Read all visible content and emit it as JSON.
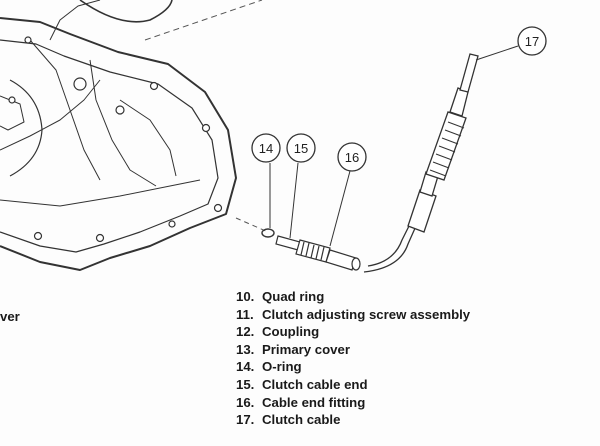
{
  "callouts": [
    {
      "id": "14",
      "label": "14"
    },
    {
      "id": "15",
      "label": "15"
    },
    {
      "id": "16",
      "label": "16"
    },
    {
      "id": "17",
      "label": "17"
    }
  ],
  "legend": [
    {
      "num": "10.",
      "text": "Quad ring"
    },
    {
      "num": "11.",
      "text": "Clutch adjusting screw assembly"
    },
    {
      "num": "12.",
      "text": "Coupling"
    },
    {
      "num": "13.",
      "text": "Primary cover"
    },
    {
      "num": "14.",
      "text": "O-ring"
    },
    {
      "num": "15.",
      "text": "Clutch cable end"
    },
    {
      "num": "16.",
      "text": "Cable end fitting"
    },
    {
      "num": "17.",
      "text": "Clutch cable"
    }
  ],
  "left_fragment": "ver"
}
